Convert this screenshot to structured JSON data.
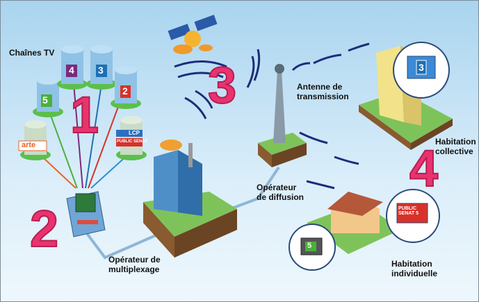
{
  "labels": {
    "channels": "Chaînes TV",
    "antenna": [
      "Antenne de",
      "transmission"
    ],
    "collective": [
      "Habitation",
      "collective"
    ],
    "diffusion": [
      "Opérateur",
      "de diffusion"
    ],
    "multiplex": [
      "Opérateur de",
      "multiplexage"
    ],
    "individual": [
      "Habitation",
      "individuelle"
    ]
  },
  "steps": [
    "1",
    "2",
    "3",
    "4"
  ],
  "channels": [
    {
      "name": "4",
      "color": "#7a2a7c"
    },
    {
      "name": "3",
      "color": "#1f6fb4"
    },
    {
      "name": "5",
      "color": "#4caf3c"
    },
    {
      "name": "2",
      "color": "#d8312a"
    },
    {
      "name": "arte",
      "color": "#e8632a"
    },
    {
      "name": "LCP",
      "color": "#2a6fc0"
    },
    {
      "name": "PUBLIC SENAT",
      "color": "#d8312a"
    }
  ],
  "tv_screens": {
    "collective": "3",
    "individual_left": "5",
    "individual_right": "PUBLIC SENAT 5"
  },
  "colors": {
    "step": "#e8336f",
    "ground": "#6fb24a",
    "building": "#4f8fc8"
  }
}
